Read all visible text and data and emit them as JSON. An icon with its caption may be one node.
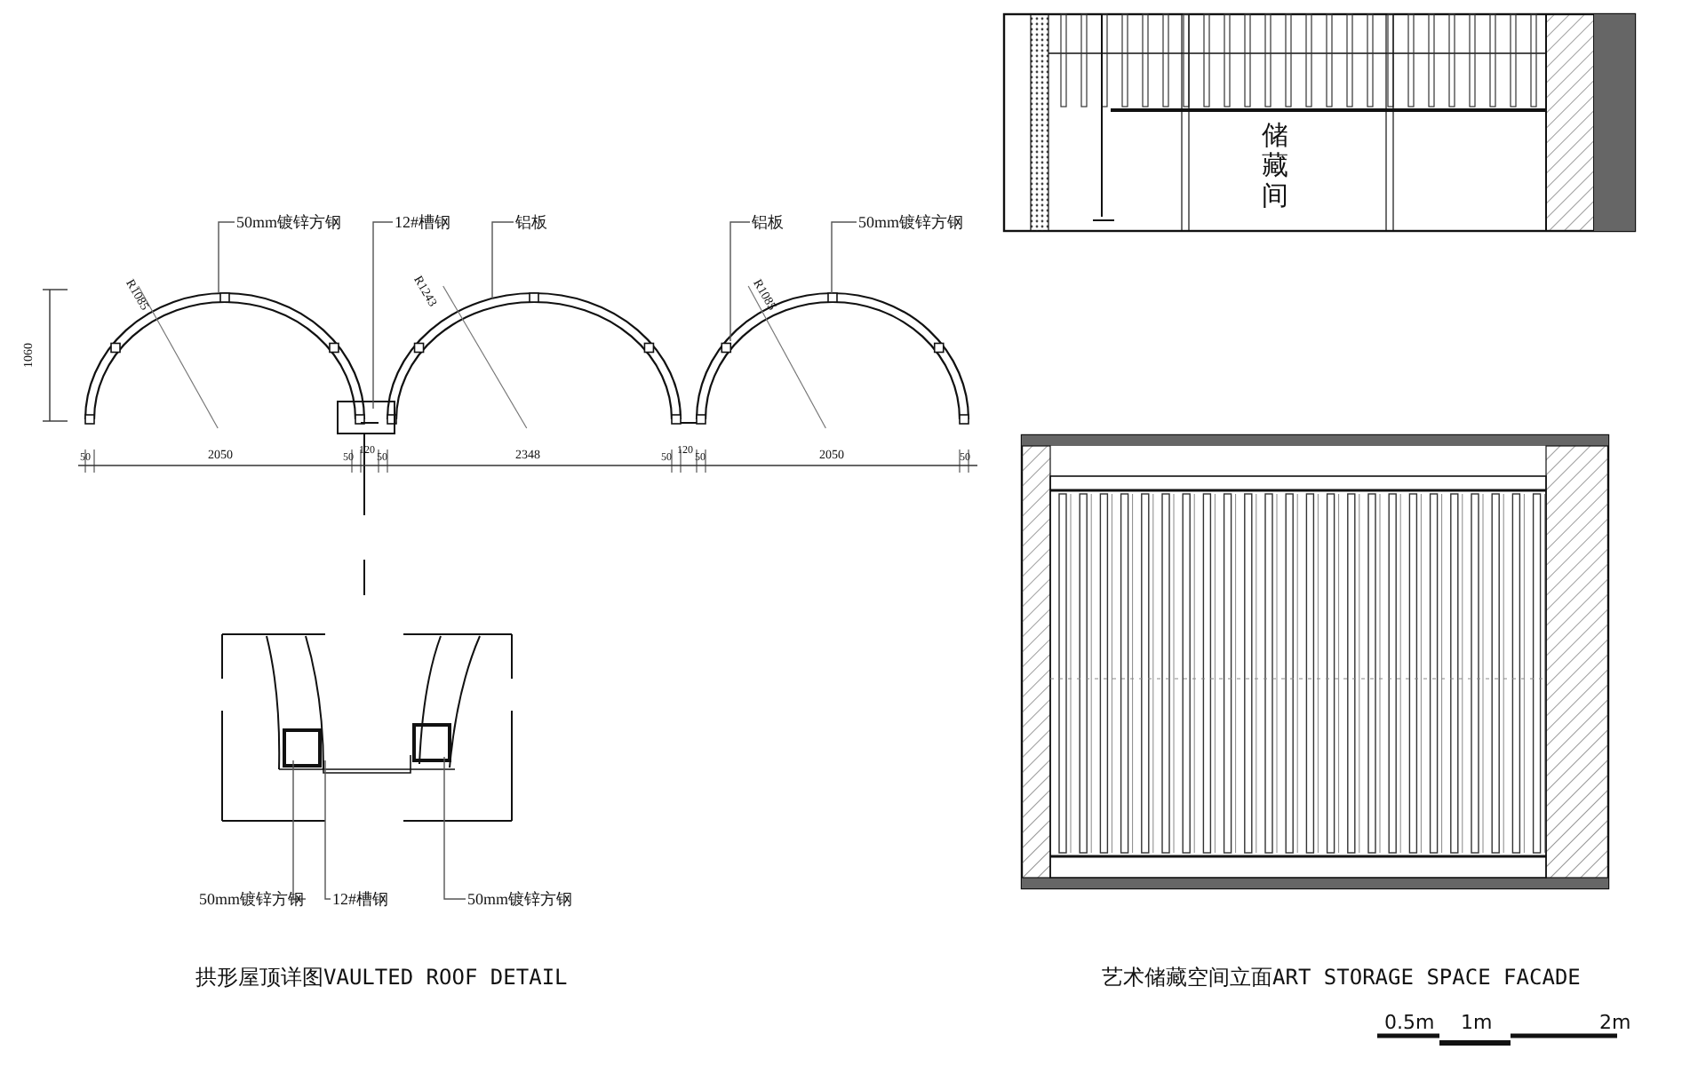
{
  "diagram": {
    "nodes": [
      {
        "text": [
          "50mm镀锌方钢"
        ]
      },
      {
        "text": [
          "12#槽钢"
        ]
      },
      {
        "text": [
          "铝板"
        ]
      },
      {
        "text": [
          "铝板"
        ]
      },
      {
        "text": [
          "50mm镀锌方钢"
        ]
      },
      {
        "text": [
          "50mm镀锌方钢"
        ]
      },
      {
        "text": [
          "12#槽钢"
        ]
      },
      {
        "text": [
          "50mm镀锌方钢"
        ]
      }
    ],
    "edges": [
      {
        "from": 0,
        "to": null,
        "arrow": "none"
      },
      {
        "from": 1,
        "to": null,
        "arrow": "none"
      },
      {
        "from": 2,
        "to": null,
        "arrow": "none"
      },
      {
        "from": 3,
        "to": null,
        "arrow": "none"
      },
      {
        "from": 4,
        "to": null,
        "arrow": "none"
      },
      {
        "from": 5,
        "to": null,
        "arrow": "none"
      },
      {
        "from": 6,
        "to": null,
        "arrow": "none"
      },
      {
        "from": 7,
        "to": null,
        "arrow": "none"
      }
    ],
    "labels": [
      "R1085",
      "R1243",
      "R1085",
      "1060",
      "50",
      "2050",
      "50",
      "120",
      "50",
      "2348",
      "50",
      "120",
      "50",
      "2050",
      "50",
      "储藏间",
      "拱形屋顶详图VAULTED ROOF DETAIL",
      "艺术储藏空间立面ART STORAGE SPACE FACADE",
      "0.5m",
      "1m",
      "2m"
    ]
  }
}
